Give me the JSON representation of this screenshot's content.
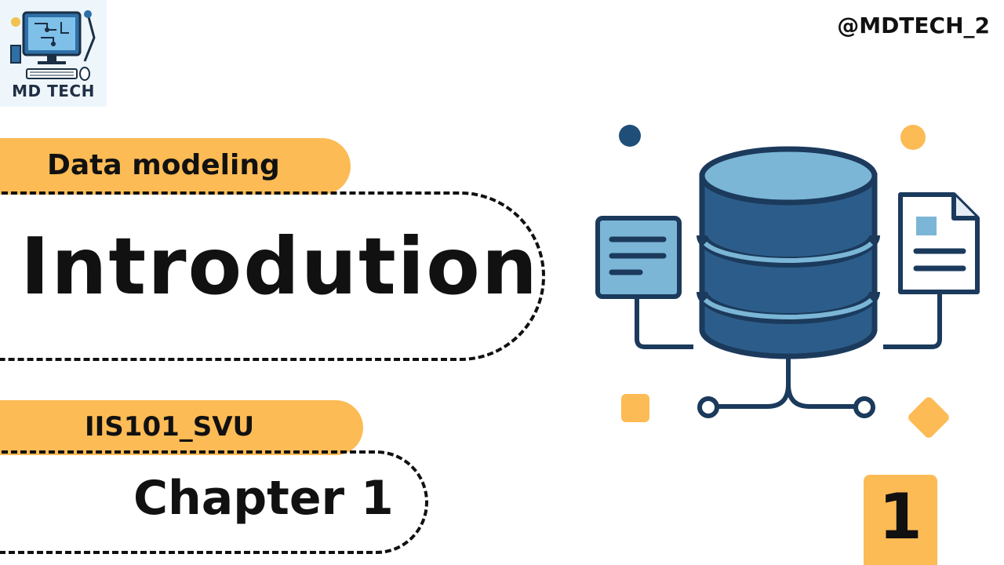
{
  "logo": {
    "text": "MD TECH"
  },
  "handle": "@MDTECH_2",
  "subject_label": "Data modeling",
  "main_title": "Introdution",
  "course_code": "IIS101_SVU",
  "chapter_label": "Chapter 1",
  "page_number": "1",
  "colors": {
    "accent": "#fdbb55",
    "db_dark": "#2c5d8a",
    "db_outline": "#1b3a5c",
    "db_light": "#7bb6d6"
  },
  "icons": [
    "computer-icon",
    "database-icon",
    "document-icon",
    "note-card-icon"
  ]
}
